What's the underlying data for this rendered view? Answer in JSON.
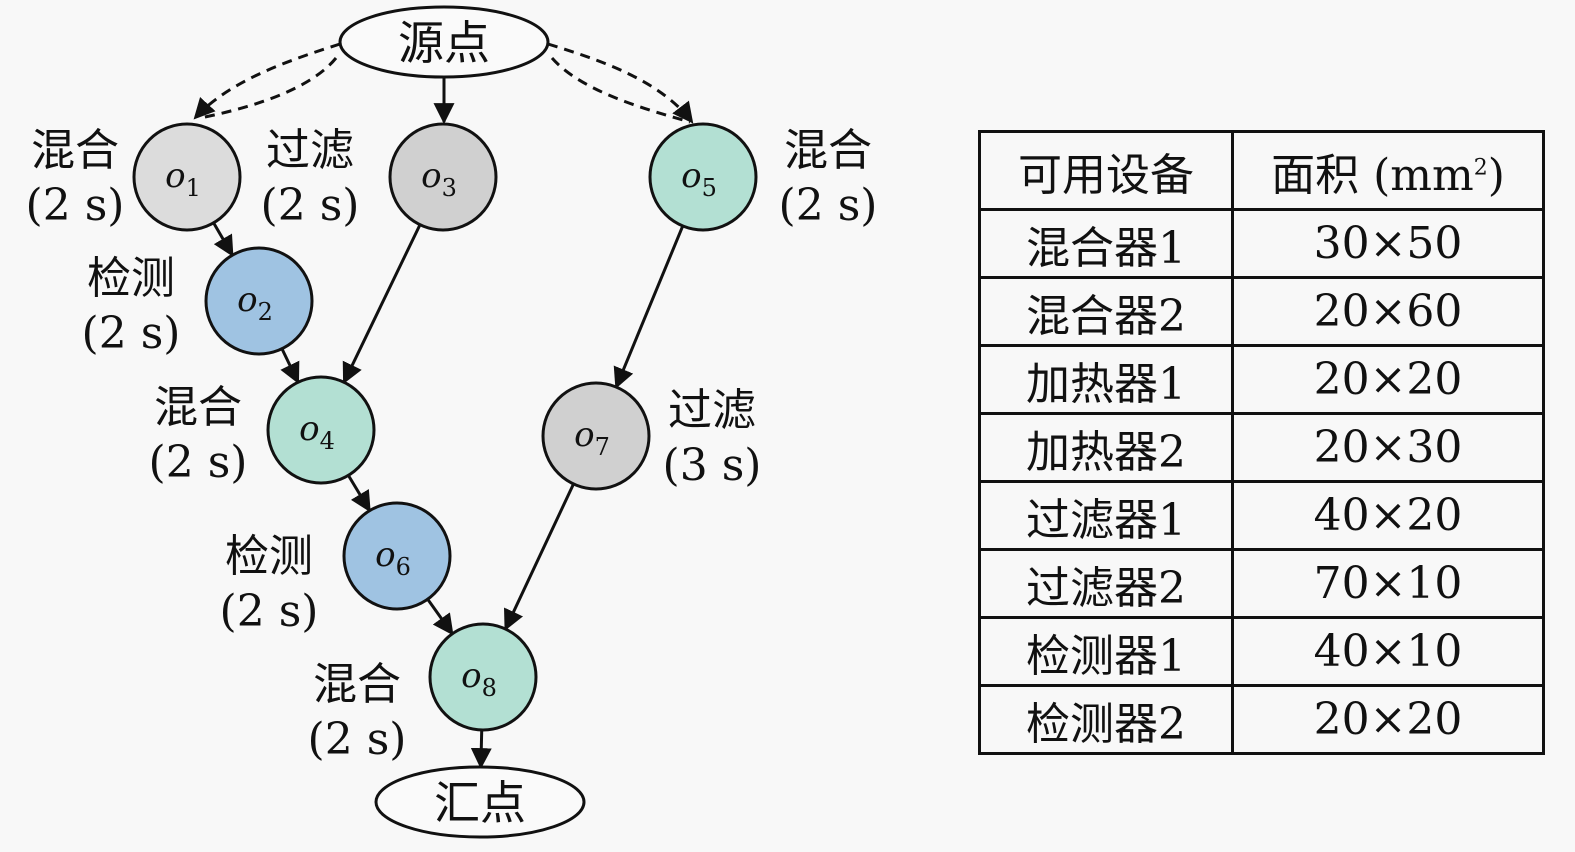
{
  "graph": {
    "source": "源点",
    "sink": "汇点",
    "colors": {
      "filter": "#d0d0d0",
      "detect": "#9fc3e2",
      "mix": "#b3e0d3",
      "filter_light": "#dcdcdc"
    },
    "nodes": [
      {
        "id": "o1",
        "name": "o",
        "sub": "1",
        "op": "混合",
        "time": "(2 s)",
        "type": "filter_light",
        "label_side": "left"
      },
      {
        "id": "o2",
        "name": "o",
        "sub": "2",
        "op": "检测",
        "time": "(2 s)",
        "type": "detect",
        "label_side": "left"
      },
      {
        "id": "o3",
        "name": "o",
        "sub": "3",
        "op": "过滤",
        "time": "(2 s)",
        "type": "filter",
        "label_side": "left"
      },
      {
        "id": "o4",
        "name": "o",
        "sub": "4",
        "op": "混合",
        "time": "(2 s)",
        "type": "mix",
        "label_side": "left"
      },
      {
        "id": "o5",
        "name": "o",
        "sub": "5",
        "op": "混合",
        "time": "(2 s)",
        "type": "mix",
        "label_side": "right"
      },
      {
        "id": "o6",
        "name": "o",
        "sub": "6",
        "op": "检测",
        "time": "(2 s)",
        "type": "detect",
        "label_side": "left"
      },
      {
        "id": "o7",
        "name": "o",
        "sub": "7",
        "op": "过滤",
        "time": "(3 s)",
        "type": "filter",
        "label_side": "right"
      },
      {
        "id": "o8",
        "name": "o",
        "sub": "8",
        "op": "混合",
        "time": "(2 s)",
        "type": "mix",
        "label_side": "left"
      }
    ],
    "edges": [
      {
        "from": "source",
        "to": "o1",
        "style": "dashed"
      },
      {
        "from": "source",
        "to": "o3",
        "style": "dashed"
      },
      {
        "from": "source",
        "to": "o5",
        "style": "dashed"
      },
      {
        "from": "o1",
        "to": "o2",
        "style": "solid"
      },
      {
        "from": "o2",
        "to": "o4",
        "style": "solid"
      },
      {
        "from": "o3",
        "to": "o4",
        "style": "solid"
      },
      {
        "from": "o4",
        "to": "o6",
        "style": "solid"
      },
      {
        "from": "o6",
        "to": "o8",
        "style": "solid"
      },
      {
        "from": "o5",
        "to": "o7",
        "style": "solid"
      },
      {
        "from": "o7",
        "to": "o8",
        "style": "solid"
      },
      {
        "from": "o8",
        "to": "sink",
        "style": "solid"
      }
    ]
  },
  "table": {
    "headers": [
      "可用设备",
      "面积 (mm",
      "2",
      ")"
    ],
    "rows": [
      {
        "device": "混合器1",
        "area": "30×50"
      },
      {
        "device": "混合器2",
        "area": "20×60"
      },
      {
        "device": "加热器1",
        "area": "20×20"
      },
      {
        "device": "加热器2",
        "area": "20×30"
      },
      {
        "device": "过滤器1",
        "area": "40×20"
      },
      {
        "device": "过滤器2",
        "area": "70×10"
      },
      {
        "device": "检测器1",
        "area": "40×10"
      },
      {
        "device": "检测器2",
        "area": "20×20"
      }
    ]
  }
}
